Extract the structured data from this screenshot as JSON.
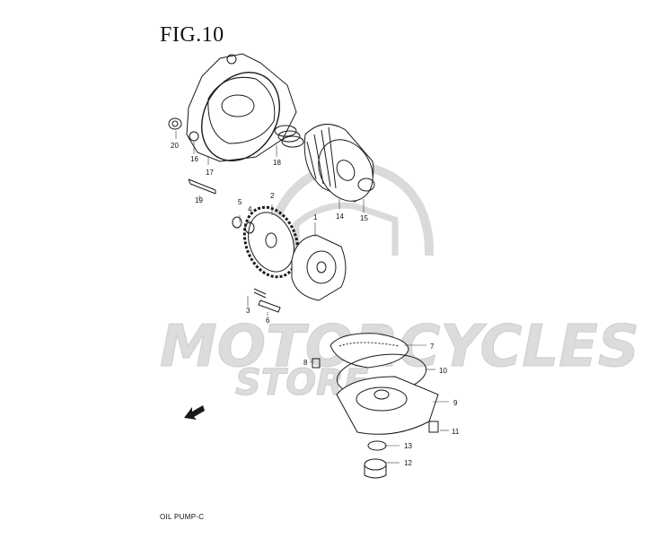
{
  "title": "FIG.10",
  "caption": "OIL PUMP-C",
  "watermark": {
    "line1": "MOTORCYCLES",
    "line2": "STORE"
  },
  "colors": {
    "ink": "#1a1a1a",
    "watermark": "#d4d4d4",
    "callout_line": "#333333"
  },
  "callouts": [
    "1",
    "2",
    "3",
    "4",
    "5",
    "6",
    "7",
    "8",
    "9",
    "10",
    "11",
    "12",
    "13",
    "14",
    "15",
    "16",
    "17",
    "18",
    "19",
    "20"
  ],
  "front_arrow_icon": "arrow-front-icon"
}
